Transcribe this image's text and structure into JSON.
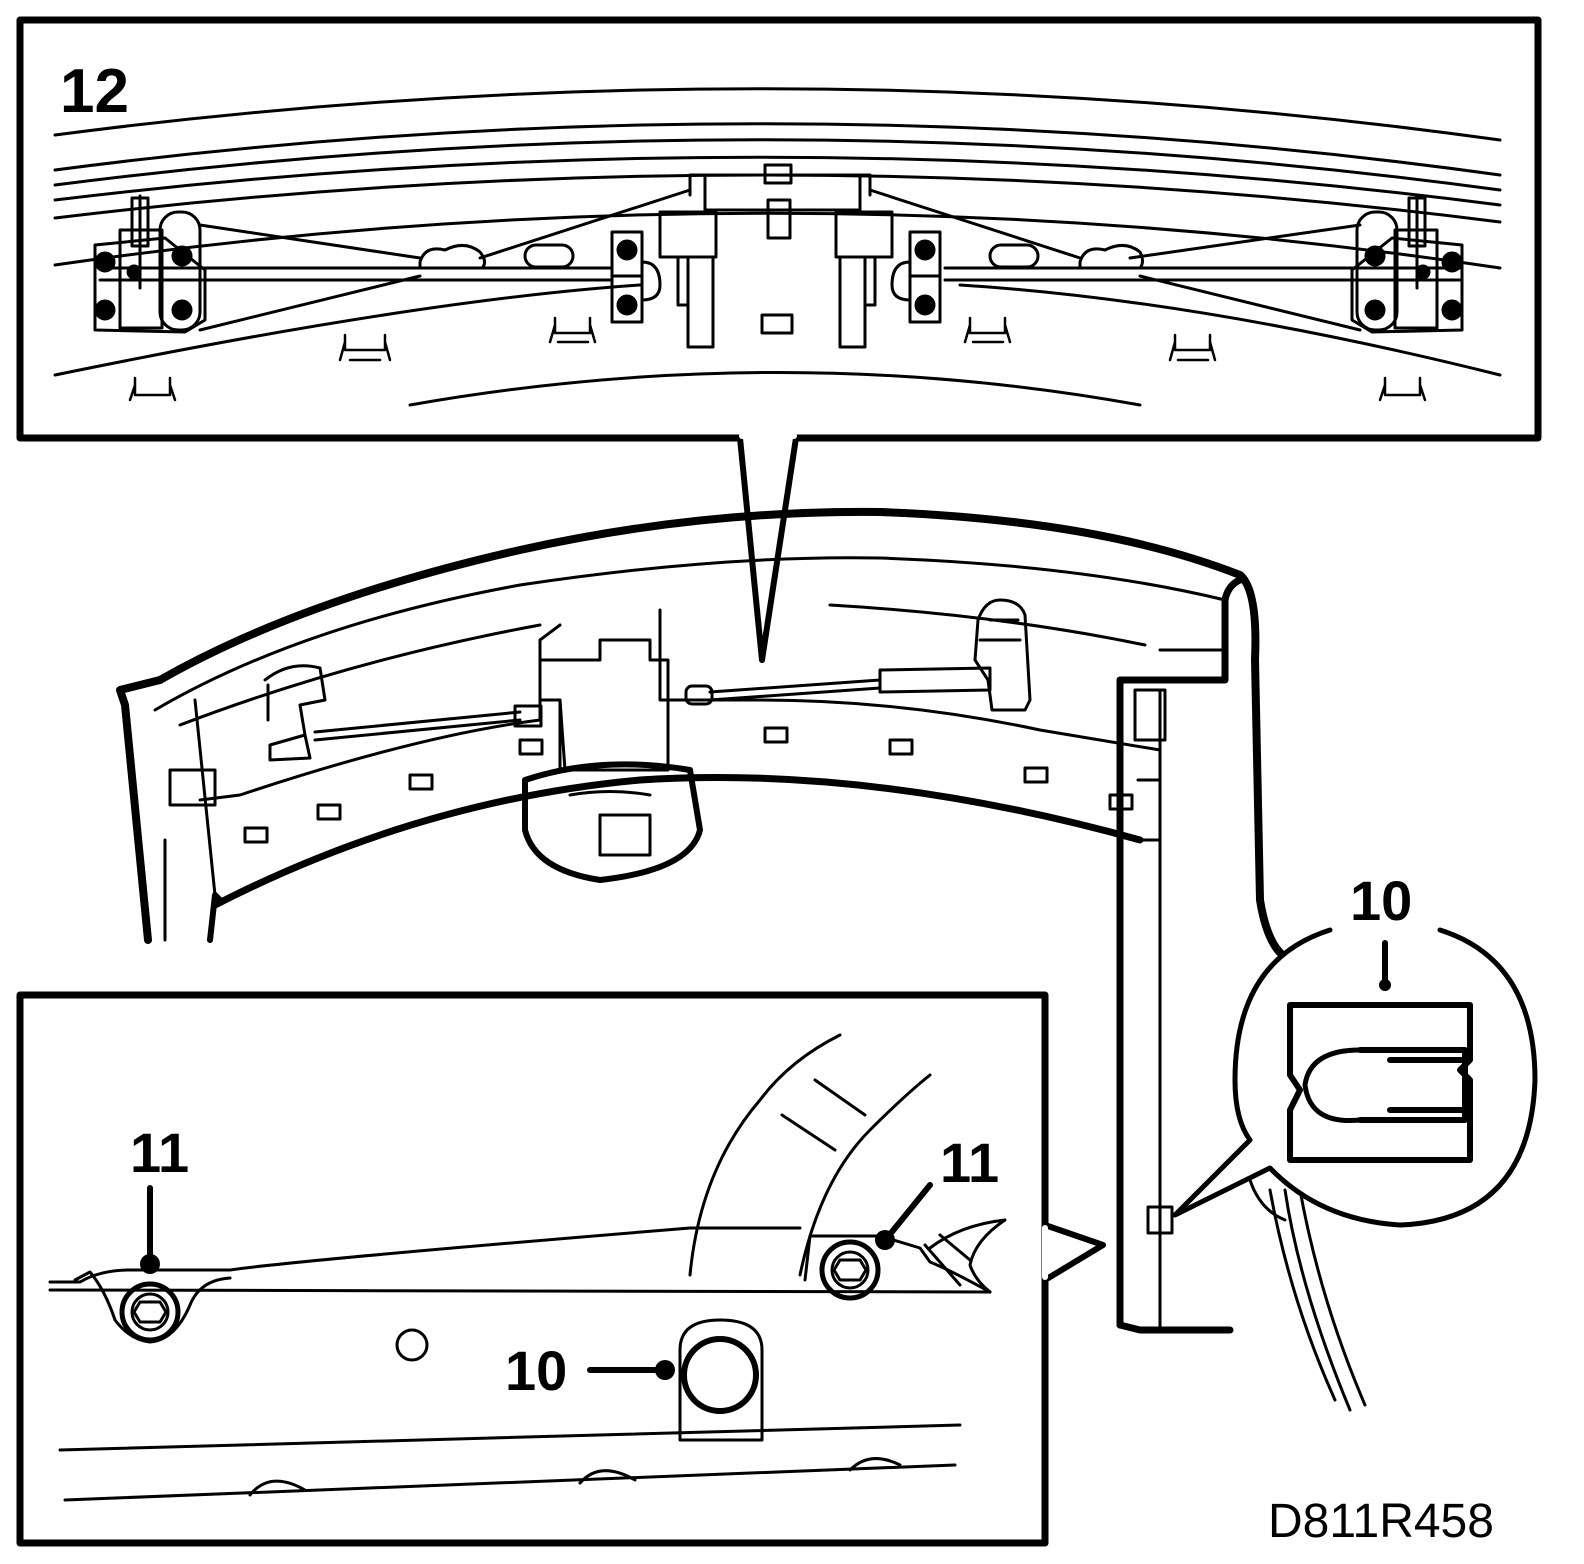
{
  "figure_code": "D811R458",
  "callouts": {
    "top_panel_number": "12",
    "bottom_left_bolt": "11",
    "bottom_right_bolt": "11",
    "bottom_clip": "10",
    "round_detail_clip": "10"
  },
  "colors": {
    "line": "#000000",
    "background": "#ffffff"
  }
}
